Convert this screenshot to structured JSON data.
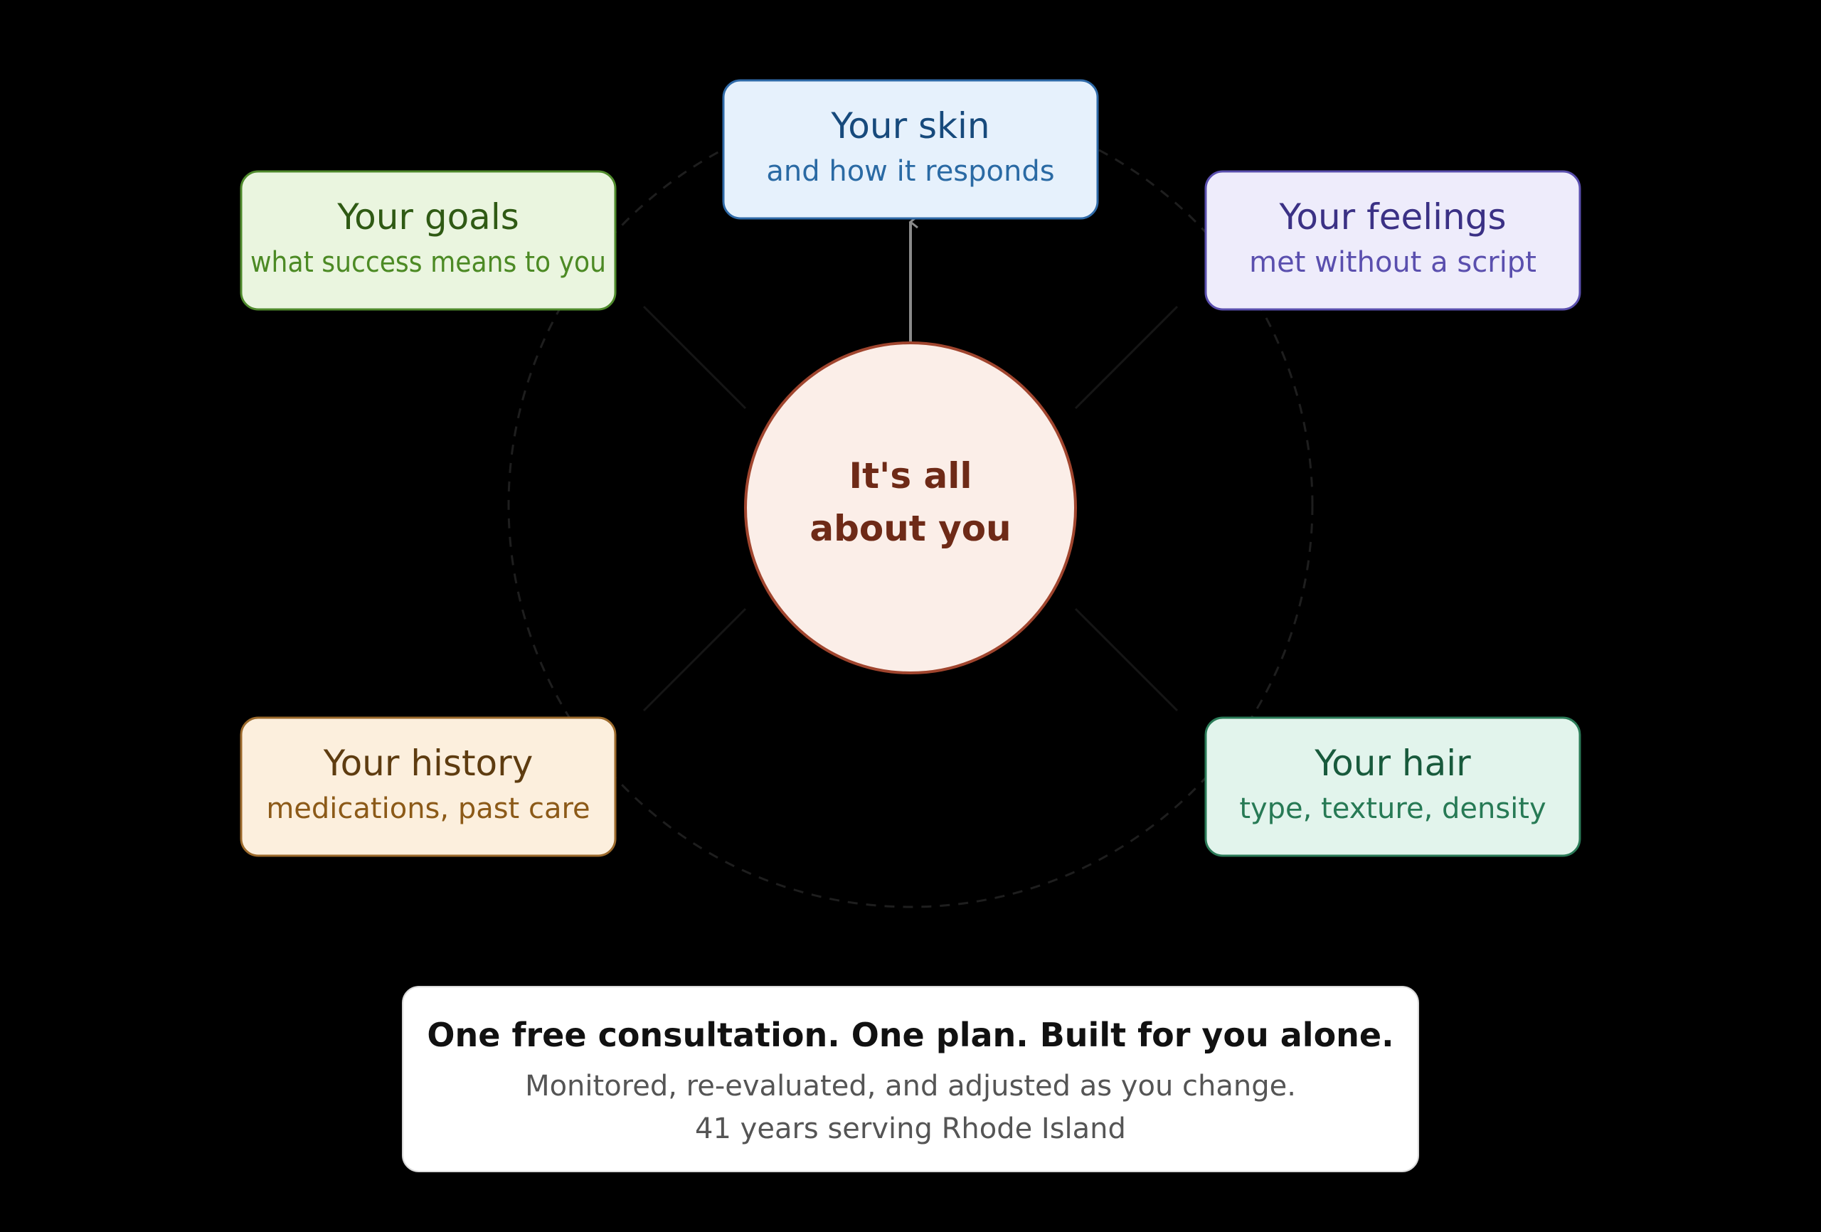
{
  "center": {
    "line1": "It's all",
    "line2": "about you",
    "fill": "#fbeee8",
    "stroke": "#a0452e",
    "text_color": "#6e2a17"
  },
  "nodes": [
    {
      "id": "skin",
      "title": "Your skin",
      "subtitle": "and how it responds",
      "fill": "#e6f1fc",
      "stroke": "#2f6aa8",
      "title_color": "#174a7c",
      "sub_color": "#2a6aa4"
    },
    {
      "id": "goals",
      "title": "Your goals",
      "subtitle": "what success means to you",
      "fill": "#eaf5df",
      "stroke": "#4f8a2c",
      "title_color": "#2f5a14",
      "sub_color": "#4c8a24"
    },
    {
      "id": "feelings",
      "title": "Your feelings",
      "subtitle": "met without a script",
      "fill": "#eeecfb",
      "stroke": "#5a4fae",
      "title_color": "#3b3185",
      "sub_color": "#5a4fae"
    },
    {
      "id": "history",
      "title": "Your history",
      "subtitle": "medications, past care",
      "fill": "#fcefdd",
      "stroke": "#9c6a2c",
      "title_color": "#5e3c10",
      "sub_color": "#8c5a18"
    },
    {
      "id": "hair",
      "title": "Your hair",
      "subtitle": "type, texture, density",
      "fill": "#e2f4ec",
      "stroke": "#2b7b58",
      "title_color": "#185a3c",
      "sub_color": "#277a55"
    }
  ],
  "footer": {
    "headline": "One free consultation. One plan. Built for you alone.",
    "line1": "Monitored, re-evaluated, and adjusted as you change.",
    "line2": "41 years serving Rhode Island"
  },
  "colors": {
    "background": "#000000",
    "arrow": "#8a8a8a"
  }
}
